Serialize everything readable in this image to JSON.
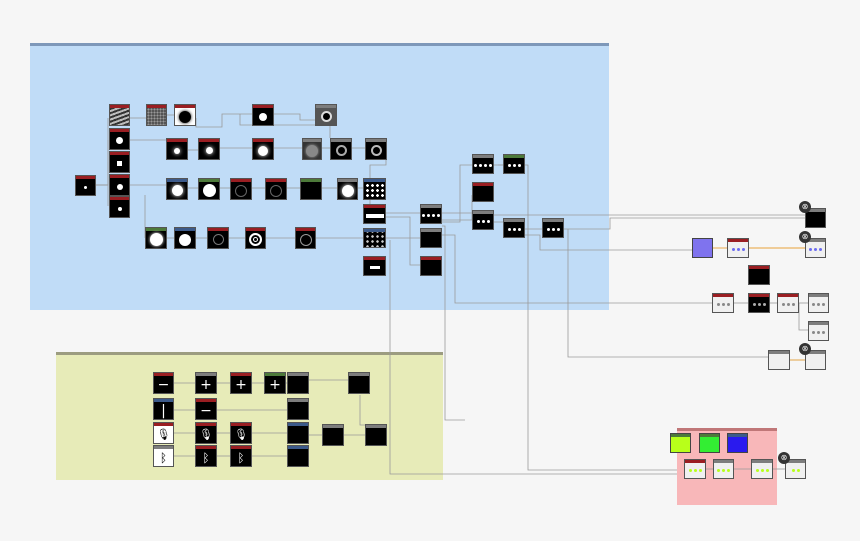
{
  "groups": [
    {
      "id": "group-images",
      "color": "#c0dcf7",
      "bar": "#7e98b9"
    },
    {
      "id": "group-icons",
      "color": "#e7ebb8",
      "bar": "#9c9c80"
    },
    {
      "id": "group-output",
      "color": "#f8b7b9",
      "bar": "#c07778"
    }
  ],
  "colors": {
    "header_red": "#9a1e22",
    "header_gray": "#7d7d7d",
    "header_green": "#4d7a3a",
    "header_blue": "#3c5a8a",
    "wire": "#9a9a9a",
    "wire_orange": "#e8a33a",
    "swatch_lime": "#b8ff1a",
    "swatch_green": "#33ee33",
    "swatch_blue": "#2a1aee",
    "swatch_periwinkle": "#7f73ee"
  },
  "badge_glyph": "⊗",
  "icon_glyphs": {
    "minus": "−",
    "plus": "+",
    "mic": "🎙",
    "bluetooth": "ᛒ",
    "bar": "|"
  }
}
